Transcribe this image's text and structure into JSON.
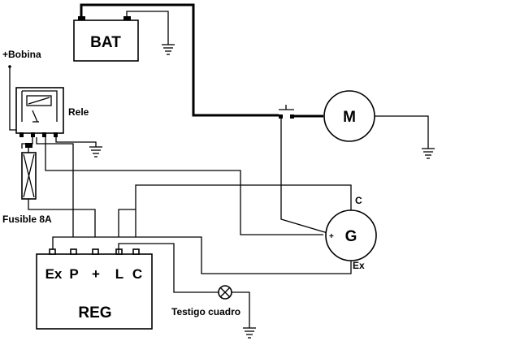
{
  "labels": {
    "battery": "BAT",
    "motor": "M",
    "generator": "G",
    "regulator": "REG",
    "coil": "+Bobina",
    "relay": "Rele",
    "fuse": "Fusible 8A",
    "indicator_lamp": "Testigo cuadro",
    "gen_c": "C",
    "gen_ex": "Ex",
    "gen_plus": "+"
  },
  "regulator_terminals": [
    "Ex",
    "P",
    "+",
    "L",
    "C"
  ],
  "colors": {
    "line": "#000000",
    "background": "#ffffff"
  }
}
